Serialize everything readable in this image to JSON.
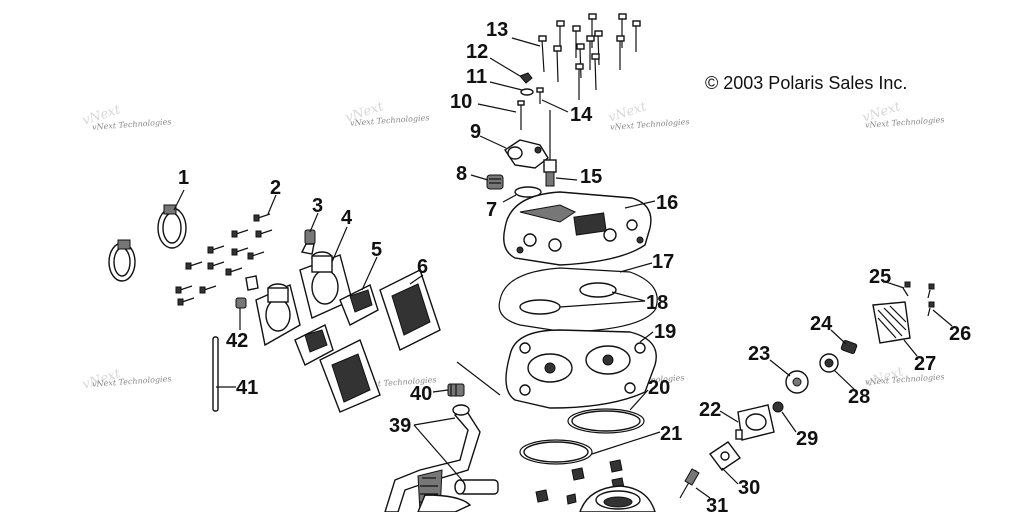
{
  "copyright": "© 2003 Polaris Sales Inc.",
  "watermark": "vNext Technologies",
  "callouts": [
    "1",
    "2",
    "3",
    "4",
    "5",
    "6",
    "7",
    "8",
    "9",
    "10",
    "11",
    "12",
    "13",
    "14",
    "15",
    "16",
    "17",
    "18",
    "19",
    "20",
    "21",
    "22",
    "23",
    "24",
    "25",
    "26",
    "27",
    "28",
    "29",
    "30",
    "31",
    "39",
    "40",
    "41",
    "42"
  ]
}
